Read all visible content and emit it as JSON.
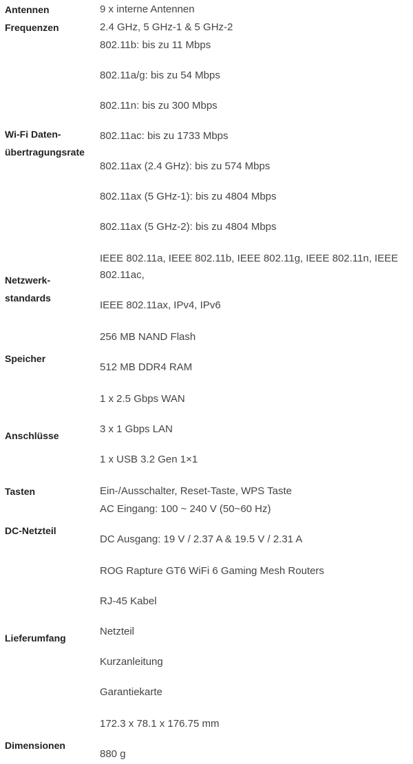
{
  "specs": {
    "antennen": {
      "label": "Antennen",
      "values": [
        "9 x interne Antennen"
      ]
    },
    "frequenzen": {
      "label": "Frequenzen",
      "values": [
        "2.4 GHz, 5 GHz-1 & 5 GHz-2"
      ]
    },
    "wifi_rate": {
      "label_line1": "Wi-Fi Daten-",
      "label_line2": "übertragungsrate",
      "values": [
        "802.11b: bis zu 11 Mbps",
        "802.11a/g: bis zu 54 Mbps",
        "802.11n: bis zu 300 Mbps",
        "802.11ac: bis zu 1733 Mbps",
        "802.11ax (2.4 GHz): bis zu 574 Mbps",
        "802.11ax (5 GHz-1): bis zu 4804 Mbps",
        "802.11ax (5 GHz-2): bis zu 4804 Mbps"
      ]
    },
    "netzwerkstandards": {
      "label_line1": "Netzwerk-",
      "label_line2": "standards",
      "values": [
        "IEEE 802.11a, IEEE 802.11b, IEEE 802.11g, IEEE 802.11n, IEEE 802.11ac,",
        "IEEE 802.11ax, IPv4, IPv6"
      ]
    },
    "speicher": {
      "label": "Speicher",
      "values": [
        "256 MB NAND Flash",
        "512 MB DDR4 RAM"
      ]
    },
    "anschluesse": {
      "label": "Anschlüsse",
      "values": [
        "1 x 2.5 Gbps WAN",
        "3 x 1 Gbps LAN",
        "1 x USB 3.2 Gen 1×1"
      ]
    },
    "tasten": {
      "label": "Tasten",
      "values": [
        "Ein-/Ausschalter, Reset-Taste, WPS Taste"
      ]
    },
    "dc_netzteil": {
      "label": "DC-Netzteil",
      "values": [
        "AC Eingang: 100 ~ 240 V (50~60 Hz)",
        "DC Ausgang: 19 V / 2.37 A & 19.5 V / 2.31 A"
      ]
    },
    "lieferumfang": {
      "label": "Lieferumfang",
      "values": [
        "ROG Rapture GT6 WiFi 6 Gaming Mesh Routers",
        "RJ-45 Kabel",
        "Netzteil",
        "Kurzanleitung",
        "Garantiekarte"
      ]
    },
    "dimensionen": {
      "label": "Dimensionen",
      "values": [
        "172.3 x 78.1 x 176.75 mm",
        "880 g"
      ]
    }
  }
}
